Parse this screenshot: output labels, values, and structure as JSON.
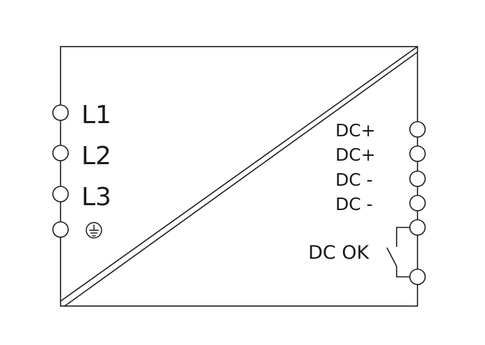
{
  "input_terminals": [
    {
      "label": "L1"
    },
    {
      "label": "L2"
    },
    {
      "label": "L3"
    },
    {
      "label": "",
      "symbol": "protective-earth-icon"
    }
  ],
  "output_terminals": [
    {
      "label": "DC+"
    },
    {
      "label": "DC+"
    },
    {
      "label": "DC -"
    },
    {
      "label": "DC -"
    }
  ],
  "relay_contact": {
    "label": "DC OK"
  },
  "colors": {
    "stroke": "#1a1a1a",
    "background": "#ffffff"
  }
}
